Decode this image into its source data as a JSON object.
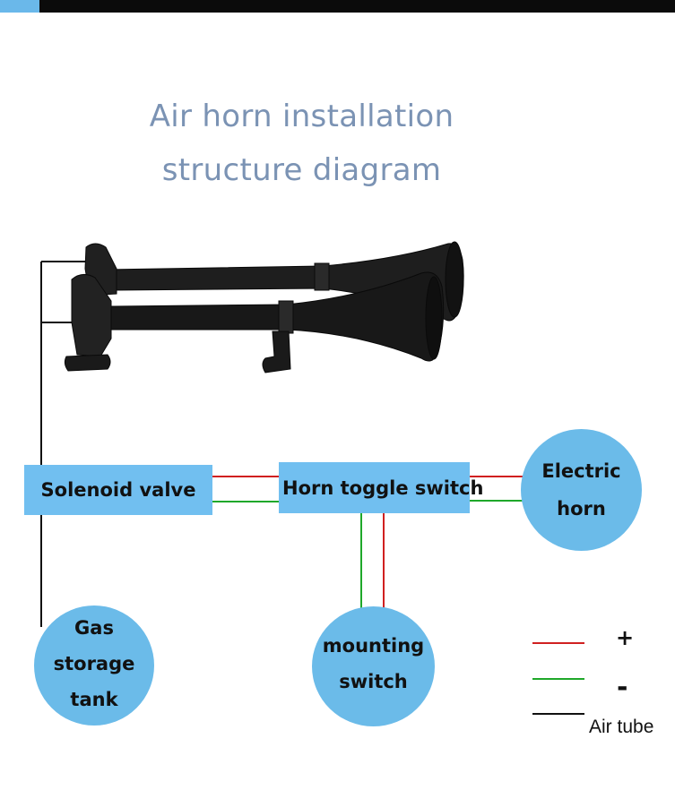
{
  "title": {
    "line1": "Air horn installation",
    "line2": "structure diagram"
  },
  "nodes": {
    "solenoid_valve": "Solenoid valve",
    "horn_toggle_switch": "Horn toggle switch",
    "electric_horn": [
      "Electric",
      "horn"
    ],
    "gas_storage_tank": [
      "Gas",
      "storage",
      "tank"
    ],
    "mounting_switch": [
      "mounting",
      "switch"
    ]
  },
  "legend": {
    "positive": "+",
    "negative": "-",
    "air_tube": "Air tube"
  },
  "colors": {
    "box_fill": "#71bff0",
    "title_text": "#7b93b4",
    "wire_positive": "#d02020",
    "wire_negative": "#1fa82a",
    "air_tube": "#111111",
    "top_bar": "#0b0b0b",
    "top_accent": "#6ab8ea"
  },
  "image": {
    "subject": "twin-trumpet-air-horn"
  }
}
